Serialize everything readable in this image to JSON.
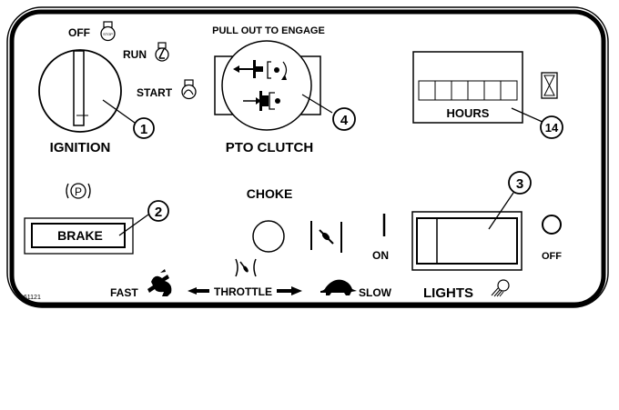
{
  "panel": {
    "ignition": {
      "title": "IGNITION",
      "positions": [
        "OFF",
        "RUN",
        "START"
      ],
      "off_icon_text": "STOP",
      "callout": "1"
    },
    "pto": {
      "instruction": "PULL OUT TO ENGAGE",
      "title": "PTO CLUTCH",
      "callout": "4"
    },
    "hour_meter": {
      "title": "HOURS",
      "digit_count": 6,
      "callout": "14"
    },
    "brake": {
      "label": "BRAKE",
      "icon_text": "P",
      "callout": "2"
    },
    "choke": {
      "title": "CHOKE",
      "on_label": "ON"
    },
    "throttle": {
      "title": "THROTTLE",
      "fast_label": "FAST",
      "slow_label": "SLOW"
    },
    "lights": {
      "title": "LIGHTS",
      "off_label": "OFF",
      "callout": "3"
    },
    "part_number": "161121"
  }
}
